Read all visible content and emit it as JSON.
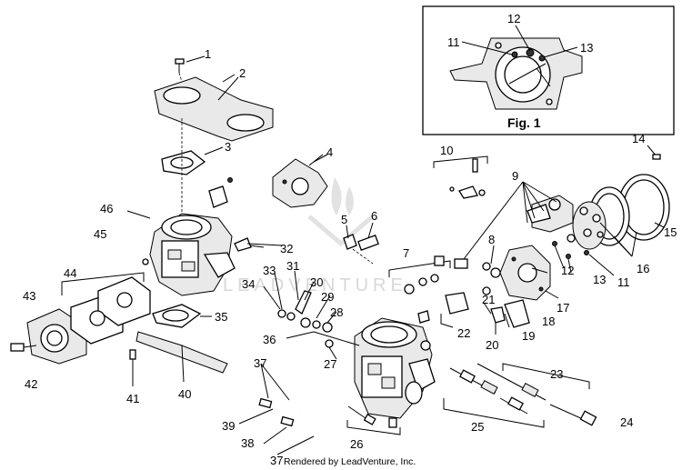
{
  "figure": {
    "inset_caption": "Fig. 1",
    "credit": "Rendered by LeadVenture, Inc.",
    "watermark": "LEADVENTURE"
  },
  "callouts": [
    "1",
    "2",
    "3",
    "4",
    "5",
    "6",
    "7",
    "8",
    "9",
    "10",
    "11",
    "12",
    "13",
    "14",
    "15",
    "16",
    "17",
    "18",
    "19",
    "20",
    "21",
    "22",
    "23",
    "24",
    "25",
    "26",
    "27",
    "28",
    "29",
    "30",
    "31",
    "32",
    "33",
    "34",
    "35",
    "36",
    "37",
    "38",
    "39",
    "40",
    "41",
    "42",
    "43",
    "44",
    "45",
    "46"
  ],
  "inset_callouts": [
    "11",
    "12",
    "13"
  ],
  "extra_callouts": [
    "11",
    "12",
    "37"
  ]
}
